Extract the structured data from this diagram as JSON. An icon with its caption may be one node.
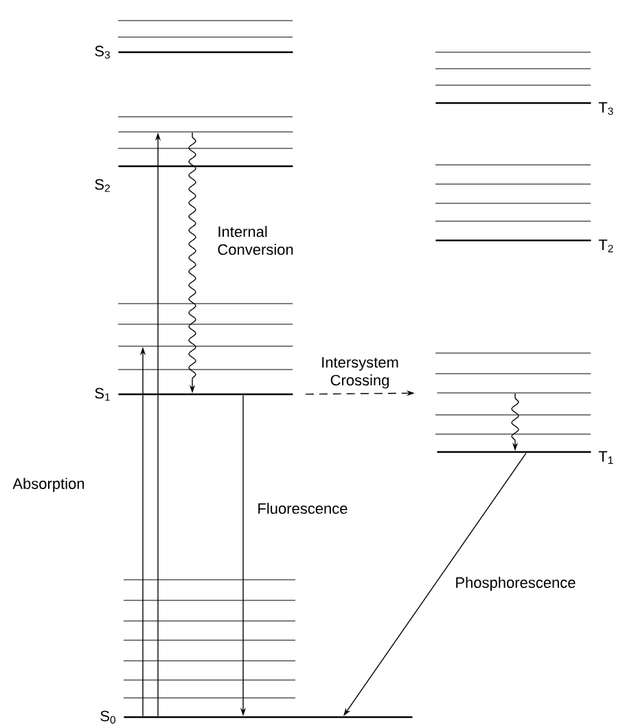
{
  "diagram": {
    "nodes": [
      {
        "text": [
          "S$_{3}$"
        ]
      },
      {
        "text": [],
        "shape": "bar"
      },
      {
        "text": [
          "S$_{2}$"
        ]
      },
      {
        "text": [],
        "shape": "bar"
      },
      {
        "text": [
          "S$_{1}$"
        ]
      },
      {
        "text": [
          "S$_{0}$"
        ]
      },
      {
        "text": [
          "T$_{3}$"
        ]
      },
      {
        "text": [
          "T$_{2}$"
        ]
      },
      {
        "text": [],
        "shape": "bar"
      },
      {
        "text": [
          "T$_{1}$"
        ]
      }
    ],
    "edges": [
      {
        "from": 5,
        "to": 3,
        "arrow": "to"
      },
      {
        "from": 5,
        "to": 1,
        "arrow": "to"
      },
      {
        "from": 1,
        "to": 4,
        "arrow": "to",
        "label": "Internal Conversion"
      },
      {
        "from": 4,
        "to": 5,
        "arrow": "to",
        "label": "Fluorescence"
      },
      {
        "from": 4,
        "to": 8,
        "arrow": "to",
        "label": "Intersystem Crossing",
        "style": "dashed"
      },
      {
        "from": 8,
        "to": 9,
        "arrow": "to"
      },
      {
        "from": 9,
        "to": 5,
        "arrow": "to",
        "label": "Phosphorescence"
      }
    ],
    "labels": [
      "Absorption"
    ]
  }
}
